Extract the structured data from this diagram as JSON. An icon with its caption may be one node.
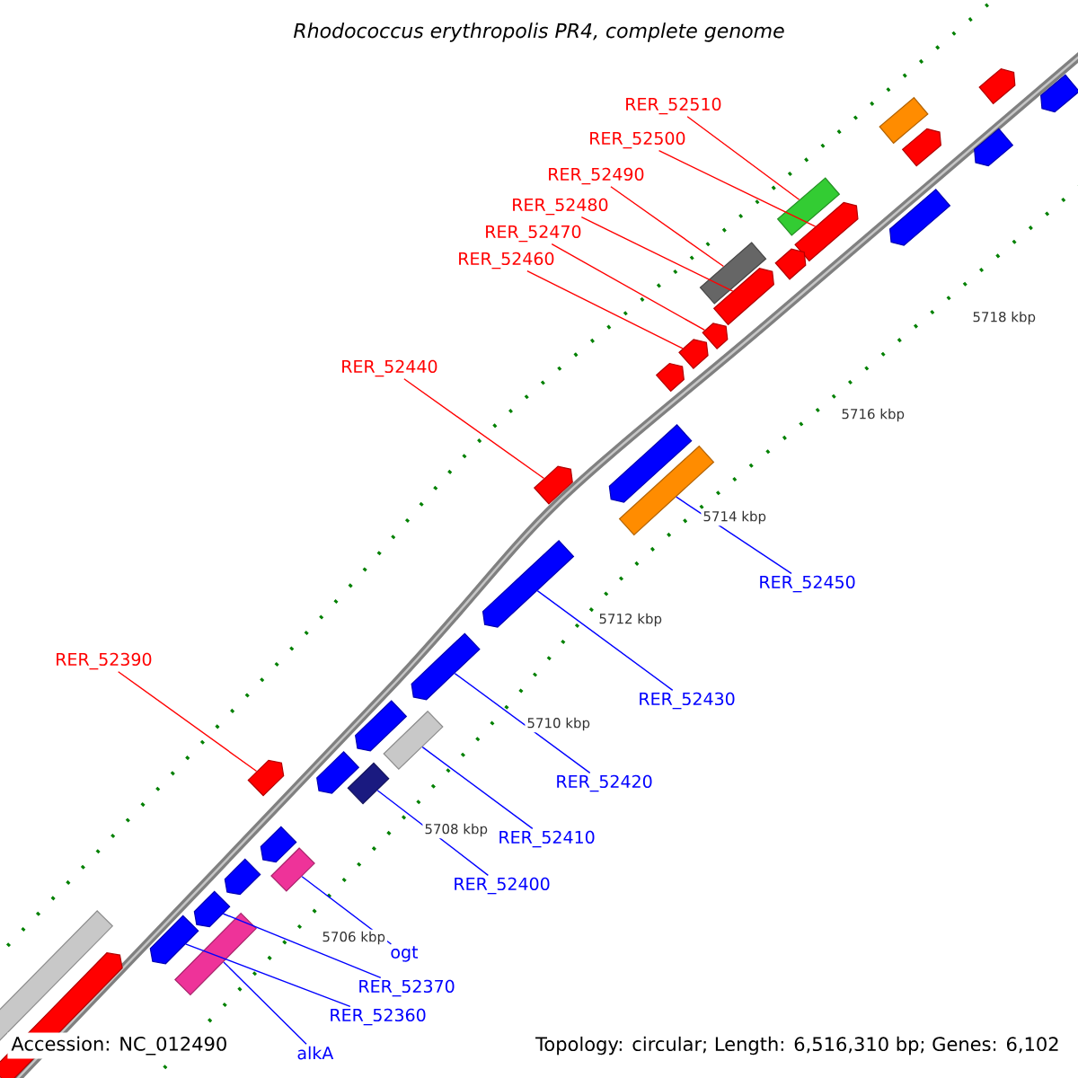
{
  "diagram": {
    "title": "Rhodococcus erythropolis PR4, complete genome",
    "nodes": [
      {
        "text": [
          "RER_52510"
        ]
      },
      {
        "text": [
          "RER_52500"
        ]
      },
      {
        "text": [
          "RER_52490"
        ]
      },
      {
        "text": [
          "RER_52480"
        ]
      },
      {
        "text": [
          "RER_52470"
        ]
      },
      {
        "text": [
          "RER_52460"
        ]
      },
      {
        "text": [
          "RER_52440"
        ]
      },
      {
        "text": [
          "RER_52390"
        ]
      },
      {
        "text": [
          "RER_52450"
        ]
      },
      {
        "text": [
          "RER_52430"
        ]
      },
      {
        "text": [
          "RER_52420"
        ]
      },
      {
        "text": [
          "RER_52410"
        ]
      },
      {
        "text": [
          "RER_52400"
        ]
      },
      {
        "text": [
          "ogt"
        ]
      },
      {
        "text": [
          "RER_52370"
        ]
      },
      {
        "text": [
          "RER_52360"
        ]
      },
      {
        "text": [
          "alkA"
        ]
      },
      {
        "text": [],
        "shape": "pentagon"
      },
      {
        "text": [],
        "shape": "pentagon"
      },
      {
        "text": [],
        "shape": "pentagon"
      },
      {
        "text": [],
        "shape": "box"
      },
      {
        "text": [],
        "shape": "pentagon"
      },
      {
        "text": [],
        "shape": "box"
      },
      {
        "text": [],
        "shape": "pentagon"
      },
      {
        "text": [],
        "shape": "pentagon"
      },
      {
        "text": [],
        "shape": "pentagon"
      },
      {
        "text": [],
        "shape": "box"
      },
      {
        "text": [],
        "shape": "pentagon"
      },
      {
        "text": [],
        "shape": "pentagon"
      },
      {
        "text": [],
        "shape": "pentagon"
      },
      {
        "text": [],
        "shape": "pentagon"
      },
      {
        "text": [],
        "shape": "pentagon"
      },
      {
        "text": [],
        "shape": "pentagon"
      },
      {
        "text": [],
        "shape": "box"
      },
      {
        "text": [],
        "shape": "pentagon"
      },
      {
        "text": [],
        "shape": "pentagon"
      },
      {
        "text": [],
        "shape": "box"
      },
      {
        "text": [],
        "shape": "box"
      },
      {
        "text": [],
        "shape": "pentagon"
      },
      {
        "text": [],
        "shape": "pentagon"
      },
      {
        "text": [],
        "shape": "pentagon"
      },
      {
        "text": [],
        "shape": "pentagon"
      },
      {
        "text": [],
        "shape": "box"
      },
      {
        "text": [],
        "shape": "pentagon"
      },
      {
        "text": [],
        "shape": "pentagon"
      },
      {
        "text": [],
        "shape": "box"
      },
      {
        "text": [],
        "shape": "pentagon"
      },
      {
        "text": [],
        "shape": "box"
      },
      {
        "text": [],
        "shape": "pentagon"
      }
    ],
    "edges": [
      {
        "from": 0,
        "to": 22,
        "arrow": "none",
        "color": "#ff0000"
      },
      {
        "from": 1,
        "to": 24,
        "arrow": "none",
        "color": "#ff0000"
      },
      {
        "from": 2,
        "to": 26,
        "arrow": "none",
        "color": "#ff0000"
      },
      {
        "from": 3,
        "to": 27,
        "arrow": "none",
        "color": "#ff0000"
      },
      {
        "from": 4,
        "to": 28,
        "arrow": "none",
        "color": "#ff0000"
      },
      {
        "from": 5,
        "to": 29,
        "arrow": "none",
        "color": "#ff0000"
      },
      {
        "from": 6,
        "to": 32,
        "arrow": "none",
        "color": "#ff0000"
      },
      {
        "from": 7,
        "to": 40,
        "arrow": "none",
        "color": "#ff0000"
      },
      {
        "from": 8,
        "to": 33,
        "arrow": "none"
      },
      {
        "from": 9,
        "to": 34,
        "arrow": "none"
      },
      {
        "from": 10,
        "to": 35,
        "arrow": "none"
      },
      {
        "from": 11,
        "to": 36,
        "arrow": "none"
      },
      {
        "from": 12,
        "to": 37,
        "arrow": "none"
      },
      {
        "from": 13,
        "to": 42,
        "arrow": "none"
      },
      {
        "from": 14,
        "to": 44,
        "arrow": "none"
      },
      {
        "from": 15,
        "to": 46,
        "arrow": "none"
      },
      {
        "from": 16,
        "to": 45,
        "arrow": "none"
      }
    ],
    "labels": [
      "5718 kbp",
      "5716 kbp",
      "5714 kbp",
      "5712 kbp",
      "5710 kbp",
      "5708 kbp",
      "5706 kbp",
      "Accession: NC_012490",
      "Topology: circular; Length: 6,516,310 bp; Genes: 6,102"
    ]
  }
}
